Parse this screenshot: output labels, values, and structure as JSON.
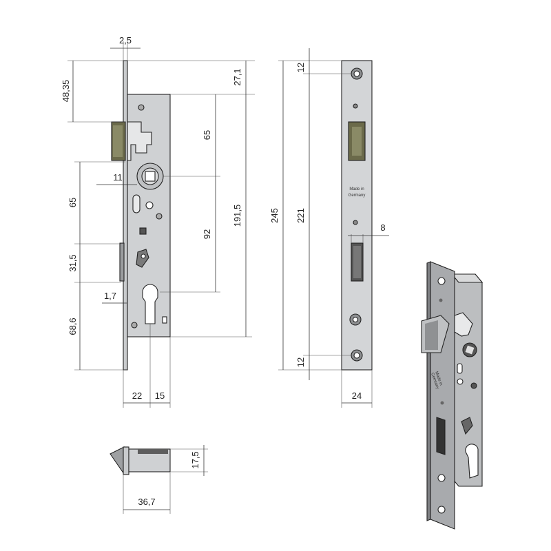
{
  "dimensions": {
    "forend_thickness": "2,5",
    "top_to_latch": "48,35",
    "latch_to_spindle": "65",
    "spindle_to_bolt": "31,5",
    "bolt_to_bottom": "68,6",
    "spindle_setback": "11",
    "bolt_offset": "1,7",
    "forend_top_to_case": "27,1",
    "spindle_to_case_top": "65",
    "spindle_to_cylinder": "92",
    "case_height": "191,5",
    "forend_length": "245",
    "screw_hole_spacing": "221",
    "screw_hole_top": "12",
    "screw_hole_bottom": "12",
    "bolt_width": "8",
    "forend_width": "24",
    "backset": "22",
    "case_depth_rear": "15",
    "latch_depth": "36,7",
    "latch_height": "17,5"
  },
  "forend_stamp": {
    "line1": "Made in",
    "line2": "Germany"
  },
  "colors": {
    "steel": "#cfd1d3",
    "steel_dark": "#a9acaf",
    "latch": "#6b6a4a",
    "lines": "#333333"
  }
}
